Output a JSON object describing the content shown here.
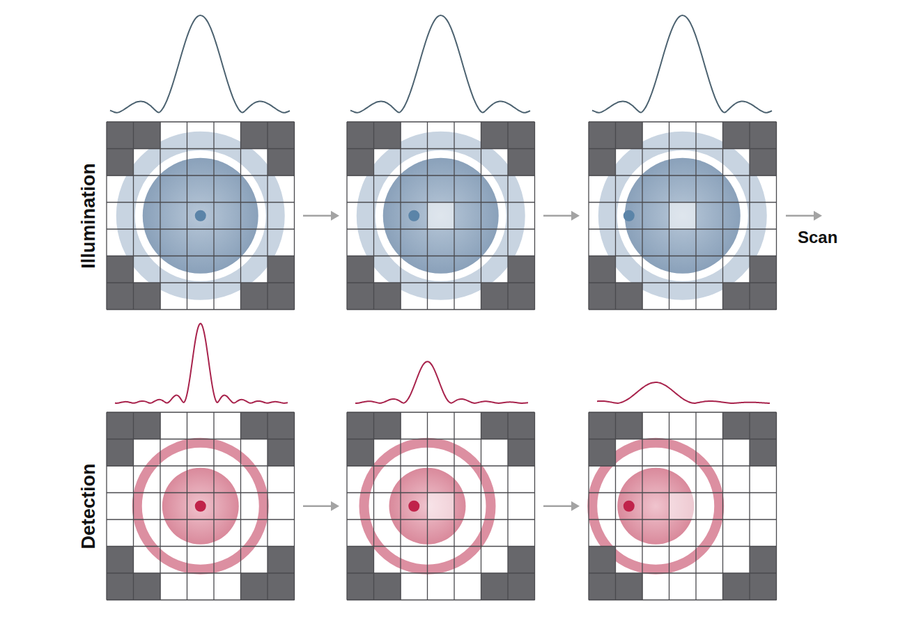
{
  "diagram": {
    "labels": [
      "Illumination",
      "Detection",
      "Scan"
    ]
  }
}
